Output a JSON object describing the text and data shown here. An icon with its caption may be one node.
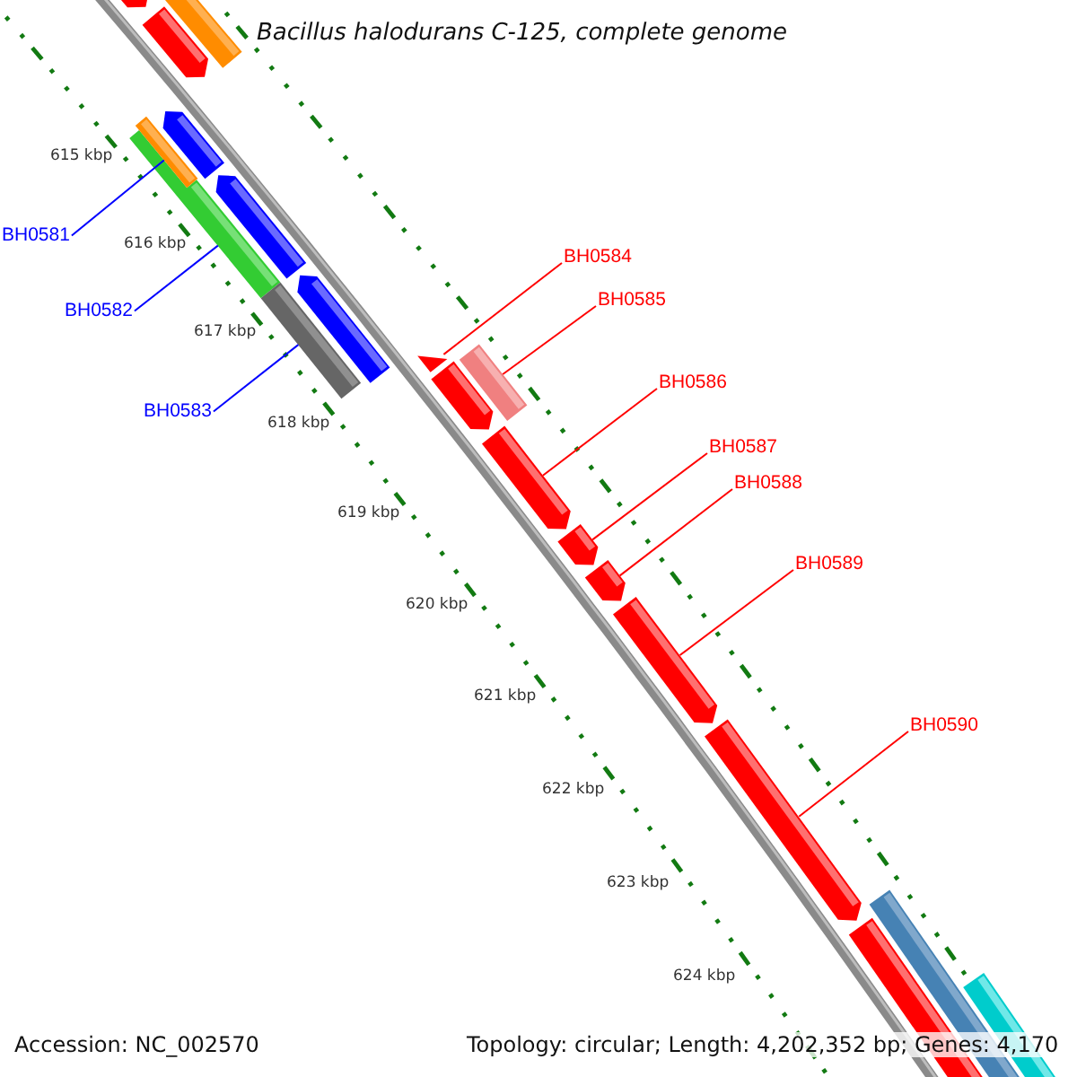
{
  "diagram": {
    "title": "Bacillus halodurans C-125, complete genome",
    "nodes": [
      {
        "text": [
          "BH0581"
        ]
      },
      {
        "text": [
          "BH0582"
        ]
      },
      {
        "text": [
          "BH0583"
        ]
      },
      {
        "text": [
          "BH0584"
        ]
      },
      {
        "text": [
          "BH0585"
        ]
      },
      {
        "text": [
          "BH0586"
        ]
      },
      {
        "text": [
          "BH0587"
        ]
      },
      {
        "text": [
          "BH0588"
        ]
      },
      {
        "text": [
          "BH0589"
        ]
      },
      {
        "text": [
          "BH0590"
        ]
      },
      {
        "text": [],
        "shape": "bar"
      },
      {
        "text": [],
        "shape": "bar"
      },
      {
        "text": [],
        "shape": "bar"
      },
      {
        "text": [],
        "shape": "bar"
      },
      {
        "text": [],
        "shape": "bar"
      },
      {
        "text": [],
        "shape": "bar"
      },
      {
        "text": [],
        "shape": "bar"
      },
      {
        "text": [],
        "shape": "bar"
      },
      {
        "text": [],
        "shape": "bar"
      },
      {
        "text": [],
        "shape": "bar"
      }
    ],
    "edges": [
      {
        "from": 0,
        "to": 10,
        "arrow": "none",
        "color": "#0000ff"
      },
      {
        "from": 1,
        "to": 11,
        "arrow": "none",
        "color": "#0000ff"
      },
      {
        "from": 2,
        "to": 12,
        "arrow": "none",
        "color": "#0000ff"
      },
      {
        "from": 3,
        "to": 13,
        "arrow": "none"
      },
      {
        "from": 4,
        "to": 14,
        "arrow": "none"
      },
      {
        "from": 5,
        "to": 15,
        "arrow": "none"
      },
      {
        "from": 6,
        "to": 16,
        "arrow": "none"
      },
      {
        "from": 7,
        "to": 17,
        "arrow": "none"
      },
      {
        "from": 8,
        "to": 18,
        "arrow": "none"
      },
      {
        "from": 9,
        "to": 19,
        "arrow": "none"
      }
    ],
    "labels": [
      "615 kbp",
      "616 kbp",
      "617 kbp",
      "618 kbp",
      "619 kbp",
      "620 kbp",
      "621 kbp",
      "622 kbp",
      "623 kbp",
      "624 kbp",
      "Accession: NC_002570",
      "Topology: circular; Length: 4,202,352 bp; Genes: 4,170"
    ]
  }
}
